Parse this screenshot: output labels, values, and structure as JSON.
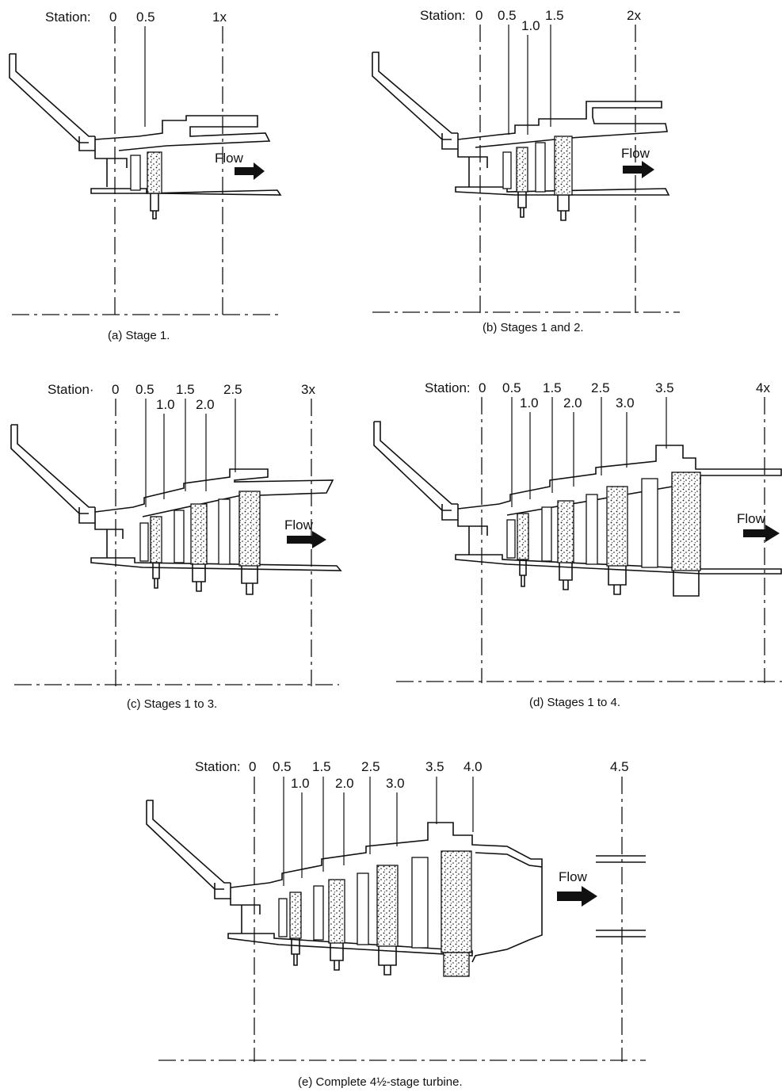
{
  "panels": [
    {
      "id": "a",
      "station_title": "Station:",
      "stations": [
        "0",
        "0.5",
        "1x"
      ],
      "flow_label": "Flow",
      "caption": "(a) Stage 1."
    },
    {
      "id": "b",
      "station_title": "Station:",
      "stations": [
        "0",
        "0.5",
        "1.0",
        "1.5",
        "2x"
      ],
      "flow_label": "Flow",
      "caption": "(b) Stages 1 and 2."
    },
    {
      "id": "c",
      "station_title": "Station·",
      "stations": [
        "0",
        "0.5",
        "1.0",
        "1.5",
        "2.0",
        "2.5",
        "3x"
      ],
      "flow_label": "Flow",
      "caption": "(c) Stages 1 to 3."
    },
    {
      "id": "d",
      "station_title": "Station:",
      "stations": [
        "0",
        "0.5",
        "1.0",
        "1.5",
        "2.0",
        "2.5",
        "3.0",
        "3.5",
        "4x"
      ],
      "flow_label": "Flow",
      "caption": "(d) Stages 1 to 4."
    },
    {
      "id": "e",
      "station_title": "Station:",
      "stations": [
        "0",
        "0.5",
        "1.0",
        "1.5",
        "2.0",
        "2.5",
        "3.0",
        "3.5",
        "4.0",
        "4.5"
      ],
      "flow_label": "Flow",
      "caption": "(e) Complete 4½-stage turbine."
    }
  ],
  "colors": {
    "ink": "#111111",
    "paper": "#ffffff"
  }
}
